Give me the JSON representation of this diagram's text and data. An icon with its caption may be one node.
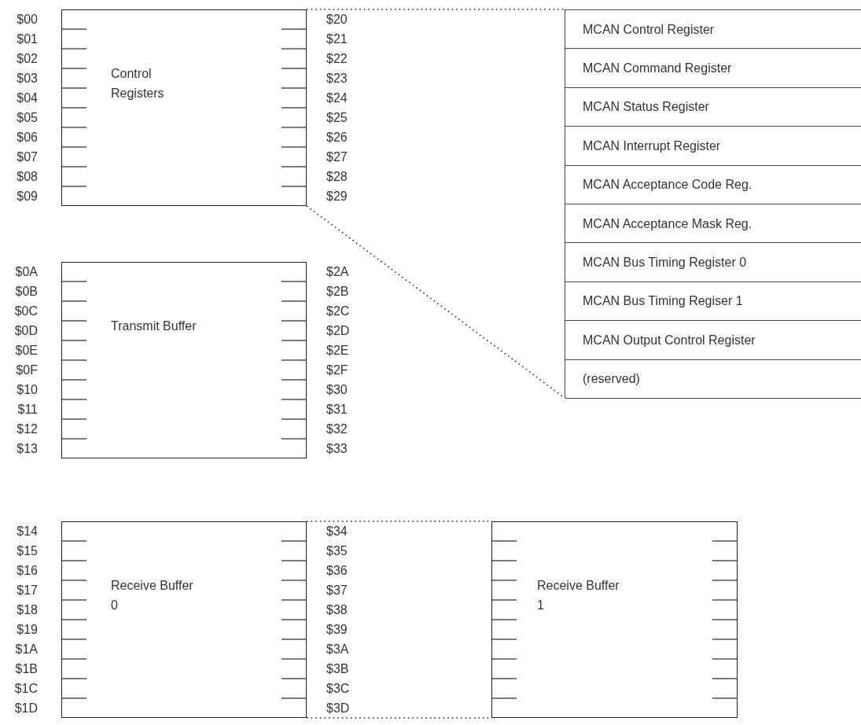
{
  "diagram": {
    "nodes": [
      {
        "text": [
          "Control Registers"
        ],
        "beside": [
          "$00",
          "$01",
          "$02",
          "$03",
          "$04",
          "$05",
          "$06",
          "$07",
          "$08",
          "$09",
          "$20",
          "$21",
          "$22",
          "$23",
          "$24",
          "$25",
          "$26",
          "$27",
          "$28",
          "$29"
        ]
      },
      {
        "text": [
          "Transmit Buffer"
        ],
        "beside": [
          "$0A",
          "$0B",
          "$0C",
          "$0D",
          "$0E",
          "$0F",
          "$10",
          "$11",
          "$12",
          "$13",
          "$2A",
          "$2B",
          "$2C",
          "$2D",
          "$2E",
          "$2F",
          "$30",
          "$31",
          "$32",
          "$33"
        ]
      },
      {
        "text": [
          "Receive Buffer 0"
        ],
        "beside": [
          "$14",
          "$15",
          "$16",
          "$17",
          "$18",
          "$19",
          "$1A",
          "$1B",
          "$1C",
          "$1D",
          "$34",
          "$35",
          "$36",
          "$37",
          "$38",
          "$39",
          "$3A",
          "$3B",
          "$3C",
          "$3D"
        ]
      },
      {
        "text": [
          "Receive Buffer 1"
        ]
      },
      {
        "text": [],
        "shape": "box"
      },
      {
        "text": [
          "MCAN Control Register"
        ],
        "in": 4
      },
      {
        "text": [
          "MCAN Command Register"
        ],
        "in": 4
      },
      {
        "text": [
          "MCAN Status Register"
        ],
        "in": 4
      },
      {
        "text": [
          "MCAN Interrupt Register"
        ],
        "in": 4
      },
      {
        "text": [
          "MCAN Acceptance Code Reg."
        ],
        "in": 4
      },
      {
        "text": [
          "MCAN Acceptance Mask Reg."
        ],
        "in": 4
      },
      {
        "text": [
          "MCAN Bus Timing Register 0"
        ],
        "in": 4
      },
      {
        "text": [
          "MCAN Bus Timing Regiser 1"
        ],
        "in": 4
      },
      {
        "text": [
          "MCAN Output Control Register"
        ],
        "in": 4
      },
      {
        "text": [
          "(reserved)"
        ],
        "in": 4
      }
    ],
    "edges": [
      {
        "from": 0,
        "to": 4,
        "arrow": "none",
        "style": "dashed"
      },
      {
        "from": 0,
        "to": 4,
        "arrow": "none",
        "style": "dashed"
      },
      {
        "from": 2,
        "to": 3,
        "arrow": "none",
        "style": "dashed"
      },
      {
        "from": 2,
        "to": 3,
        "arrow": "none",
        "style": "dashed"
      }
    ]
  }
}
